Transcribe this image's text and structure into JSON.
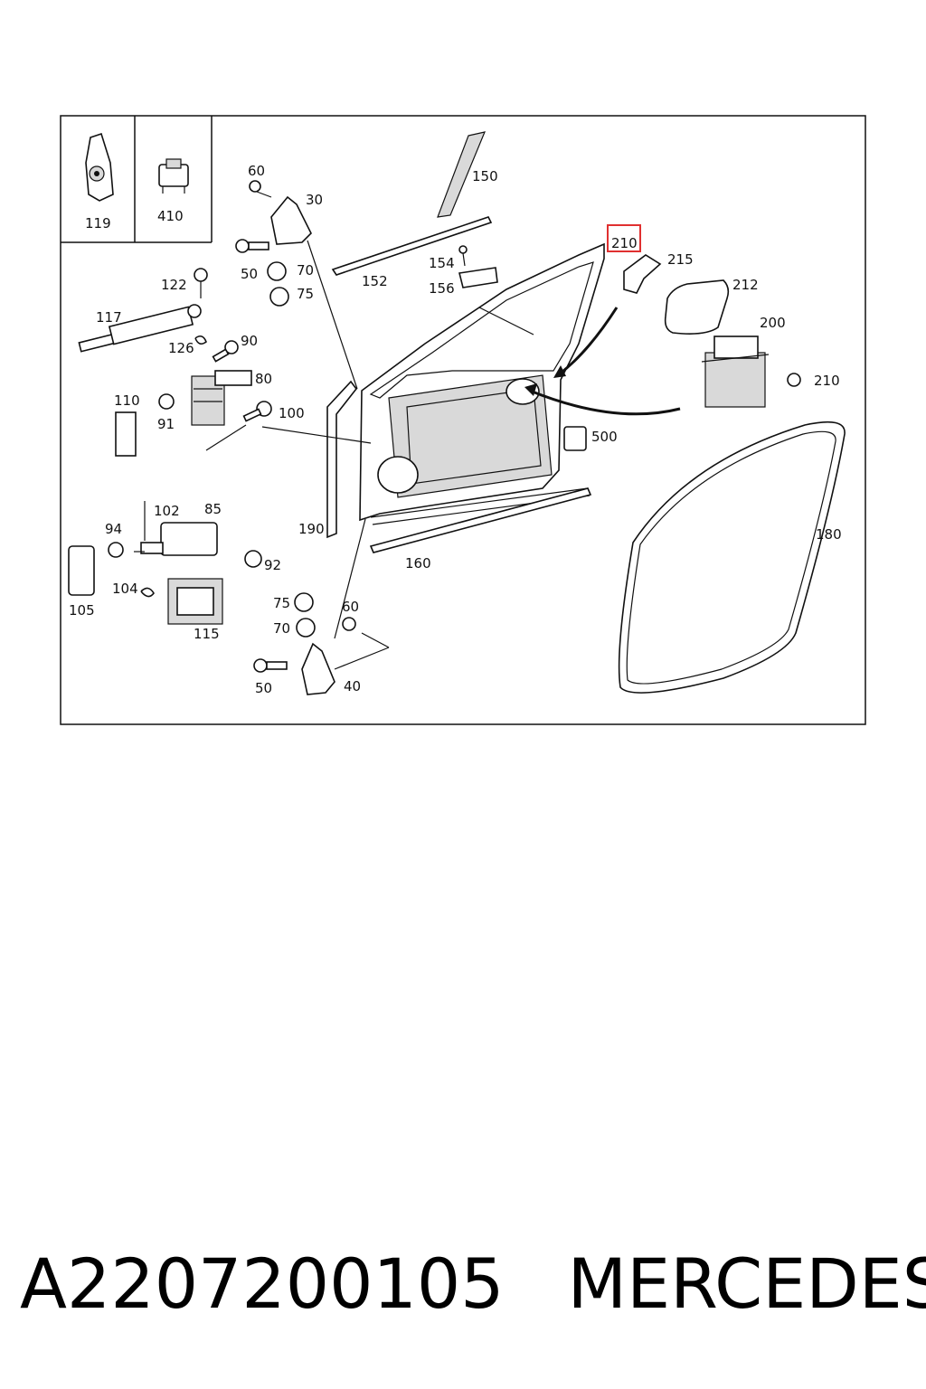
{
  "callouts": {
    "c119": "119",
    "c410": "410",
    "c60a": "60",
    "c30": "30",
    "c150": "150",
    "c210a": "210",
    "c215": "215",
    "c212": "212",
    "c50a": "50",
    "c70a": "70",
    "c152": "152",
    "c154": "154",
    "c156": "156",
    "c122": "122",
    "c75a": "75",
    "c117": "117",
    "c126": "126",
    "c90": "90",
    "c200": "200",
    "c80": "80",
    "c110": "110",
    "c210b": "210",
    "c91": "91",
    "c100": "100",
    "c500": "500",
    "c102": "102",
    "c85": "85",
    "c190": "190",
    "c180": "180",
    "c94": "94",
    "c92": "92",
    "c160": "160",
    "c105": "105",
    "c104": "104",
    "c115": "115",
    "c75b": "75",
    "c60b": "60",
    "c70b": "70",
    "c50b": "50",
    "c40": "40"
  },
  "highlighted_callout": "210",
  "highlight_color": "#e03030",
  "caption": {
    "part_number": "A2207200105",
    "brand": "MERCEDES"
  }
}
